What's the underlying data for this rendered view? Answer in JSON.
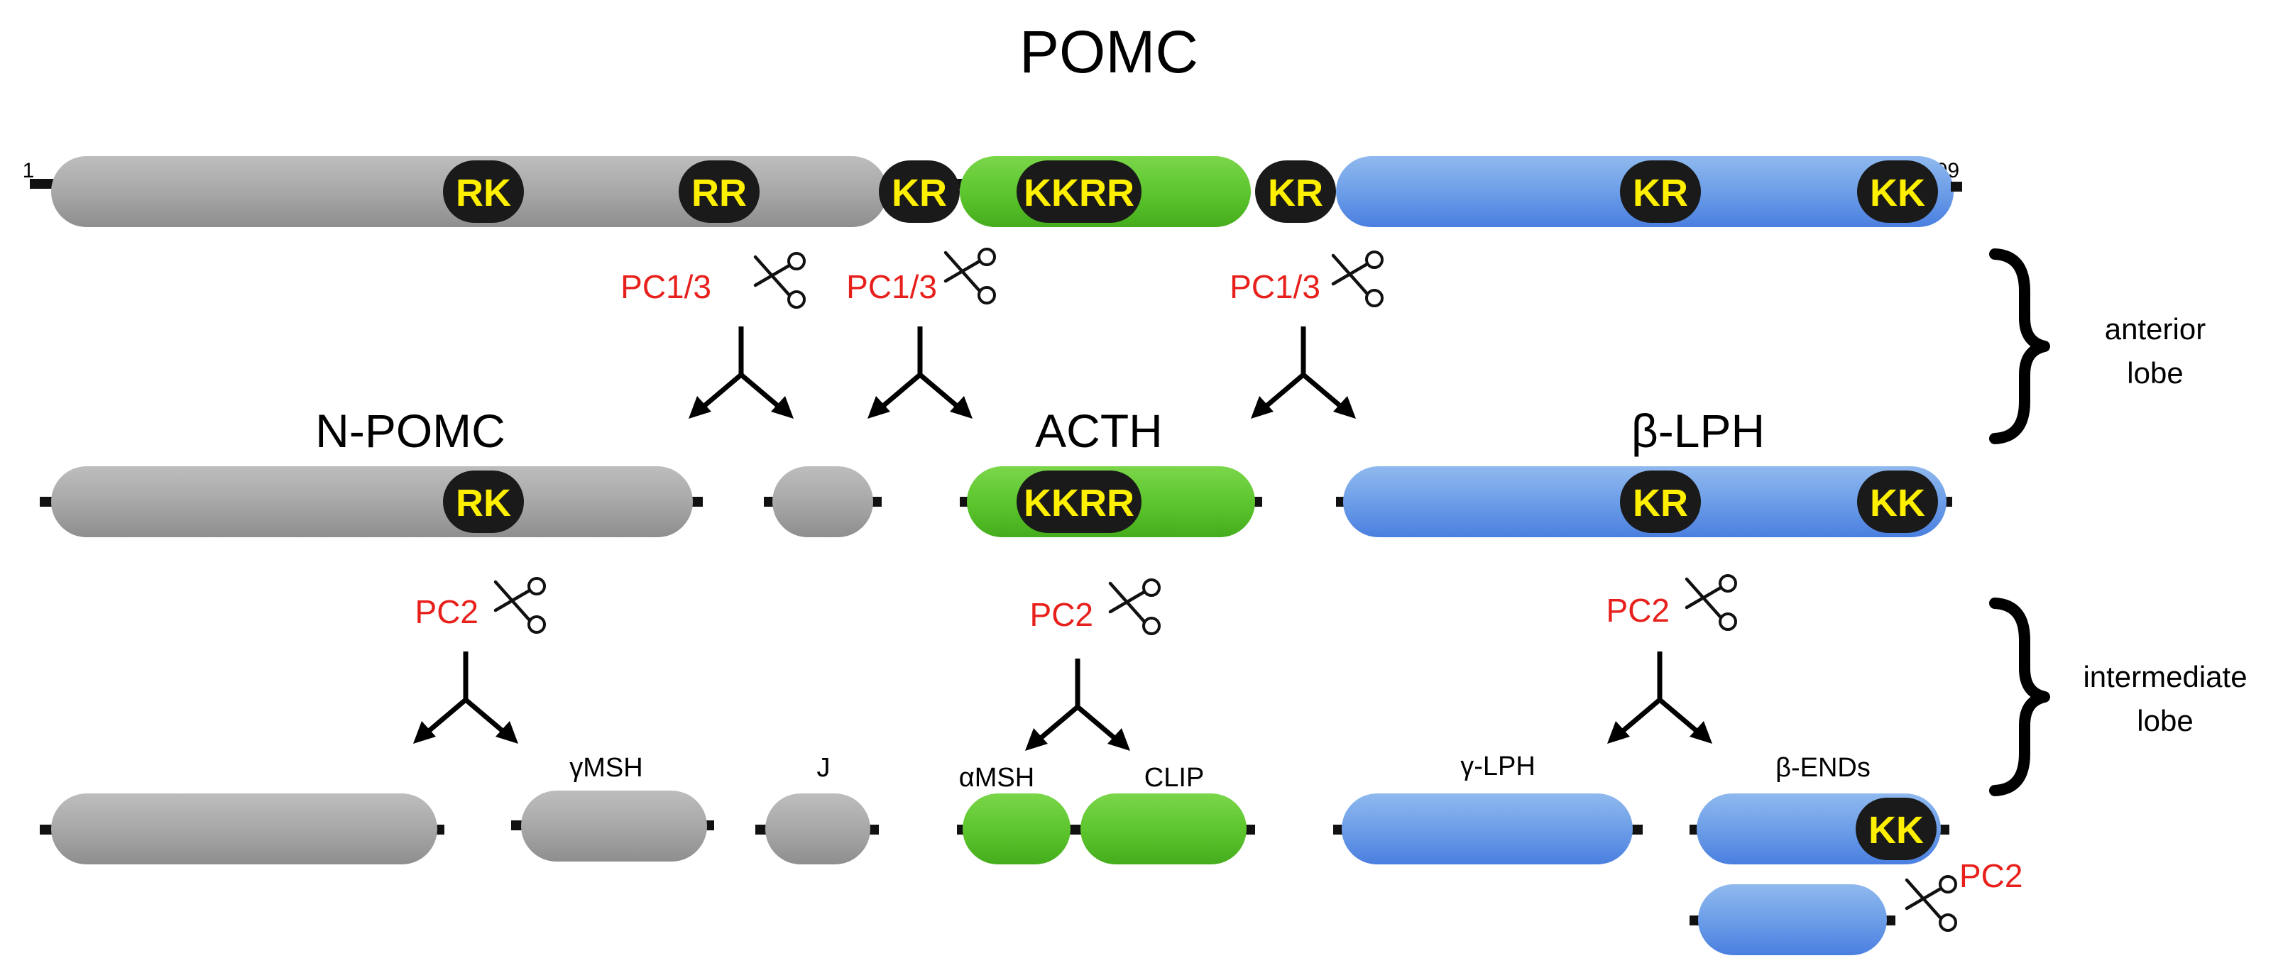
{
  "title": "POMC",
  "ends": {
    "start": "1",
    "end": "209"
  },
  "colors": {
    "gray_segment": "#a6a6a6",
    "green_segment": "#58c42a",
    "blue_segment": "#5b8fe6",
    "cleavage_site": "#1a1a1a",
    "site_text": "#ffef00",
    "enzyme_text": "#e8201c"
  },
  "cleavage_sites": {
    "rk": "RK",
    "rr": "RR",
    "kr": "KR",
    "kkrr": "KKRR",
    "kk": "KK"
  },
  "enzymes": {
    "pc13": "PC1/3",
    "pc2": "PC2"
  },
  "icons": [
    "scissors-icon",
    "split-arrow-icon",
    "curly-brace-icon"
  ],
  "stage_labels": {
    "anterior": [
      "anterior",
      "lobe"
    ],
    "intermediate": [
      "intermediate",
      "lobe"
    ]
  },
  "products_anterior": {
    "npomc": "N-POMC",
    "acth": "ACTH",
    "blph": "β-LPH"
  },
  "products_intermediate": {
    "gmsh": "γMSH",
    "j": "J",
    "amsh": "αMSH",
    "clip": "CLIP",
    "glph": "γ-LPH",
    "bends": "β-ENDs"
  }
}
